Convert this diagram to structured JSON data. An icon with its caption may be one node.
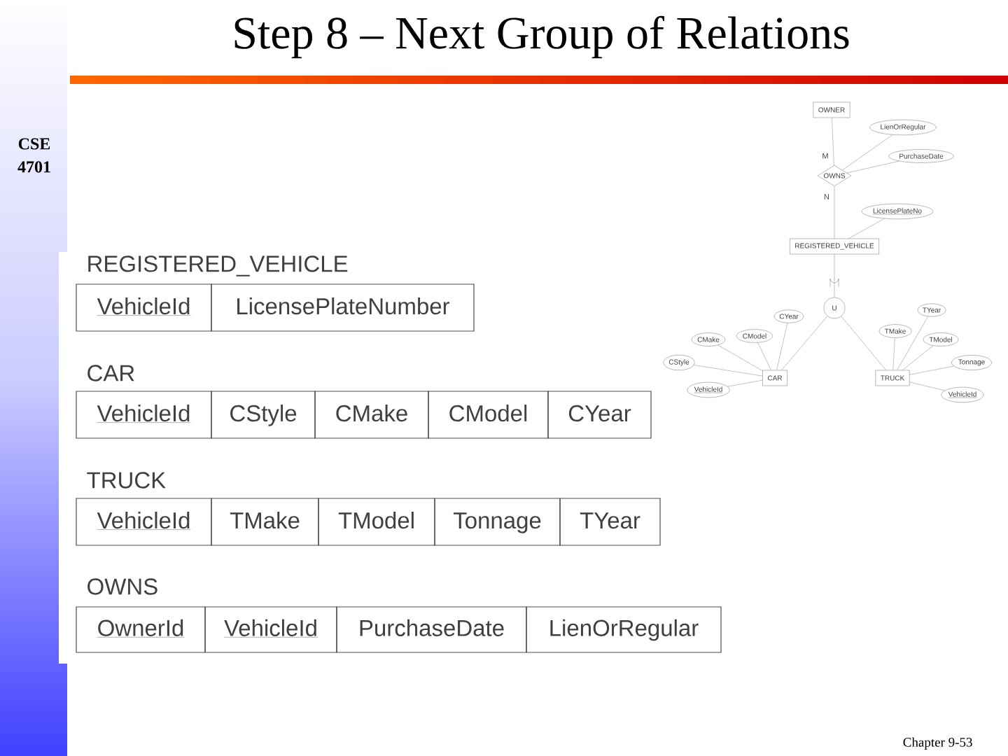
{
  "diagram": {
    "title": "Step 8 – Next Group of Relations",
    "nodes": [
      {
        "text": [
          "OWNER"
        ]
      },
      {
        "text": [
          "LienOrRegular"
        ]
      },
      {
        "text": [
          "PurchaseDate"
        ]
      },
      {
        "text": [
          "OWNS"
        ]
      },
      {
        "text": [
          "LicensePlateNo"
        ]
      },
      {
        "text": [
          "REGISTERED_VEHICLE"
        ]
      },
      {
        "text": [
          "U"
        ]
      },
      {
        "text": [
          "CYear"
        ]
      },
      {
        "text": [
          "CMake"
        ]
      },
      {
        "text": [
          "CModel"
        ]
      },
      {
        "text": [
          "CStyle"
        ]
      },
      {
        "text": [
          "VehicleId"
        ]
      },
      {
        "text": [
          "CAR"
        ]
      },
      {
        "text": [
          "TYear"
        ]
      },
      {
        "text": [
          "TMake"
        ]
      },
      {
        "text": [
          "TModel"
        ]
      },
      {
        "text": [
          "Tonnage"
        ]
      },
      {
        "text": [
          "TRUCK"
        ]
      },
      {
        "text": [
          "VehicleId"
        ]
      }
    ],
    "edges": [
      {
        "from": 0,
        "to": 3,
        "arrow": "none",
        "label": "M"
      },
      {
        "from": 3,
        "to": 1,
        "arrow": "none"
      },
      {
        "from": 3,
        "to": 2,
        "arrow": "none"
      },
      {
        "from": 3,
        "to": 5,
        "arrow": "none",
        "label": "N"
      },
      {
        "from": 5,
        "to": 4,
        "arrow": "none"
      },
      {
        "from": 5,
        "to": 6,
        "arrow": "none"
      },
      {
        "from": 6,
        "to": 12,
        "arrow": "none"
      },
      {
        "from": 6,
        "to": 17,
        "arrow": "none"
      },
      {
        "from": 12,
        "to": 7,
        "arrow": "none"
      },
      {
        "from": 12,
        "to": 8,
        "arrow": "none"
      },
      {
        "from": 12,
        "to": 9,
        "arrow": "none"
      },
      {
        "from": 12,
        "to": 10,
        "arrow": "none"
      },
      {
        "from": 12,
        "to": 11,
        "arrow": "none"
      },
      {
        "from": 17,
        "to": 13,
        "arrow": "none"
      },
      {
        "from": 17,
        "to": 14,
        "arrow": "none"
      },
      {
        "from": 17,
        "to": 15,
        "arrow": "none"
      },
      {
        "from": 17,
        "to": 16,
        "arrow": "none"
      },
      {
        "from": 17,
        "to": 18,
        "arrow": "none"
      }
    ],
    "labels": [
      "CSE 4701",
      "REGISTERED_VEHICLE",
      "VehicleId",
      "LicensePlateNumber",
      "CAR",
      "VehicleId",
      "CStyle",
      "CMake",
      "CModel",
      "CYear",
      "TRUCK",
      "VehicleId",
      "TMake",
      "TModel",
      "Tonnage",
      "TYear",
      "OWNS",
      "OwnerId",
      "VehicleId",
      "PurchaseDate",
      "LienOrRegular",
      "Chapter 9-53"
    ]
  }
}
